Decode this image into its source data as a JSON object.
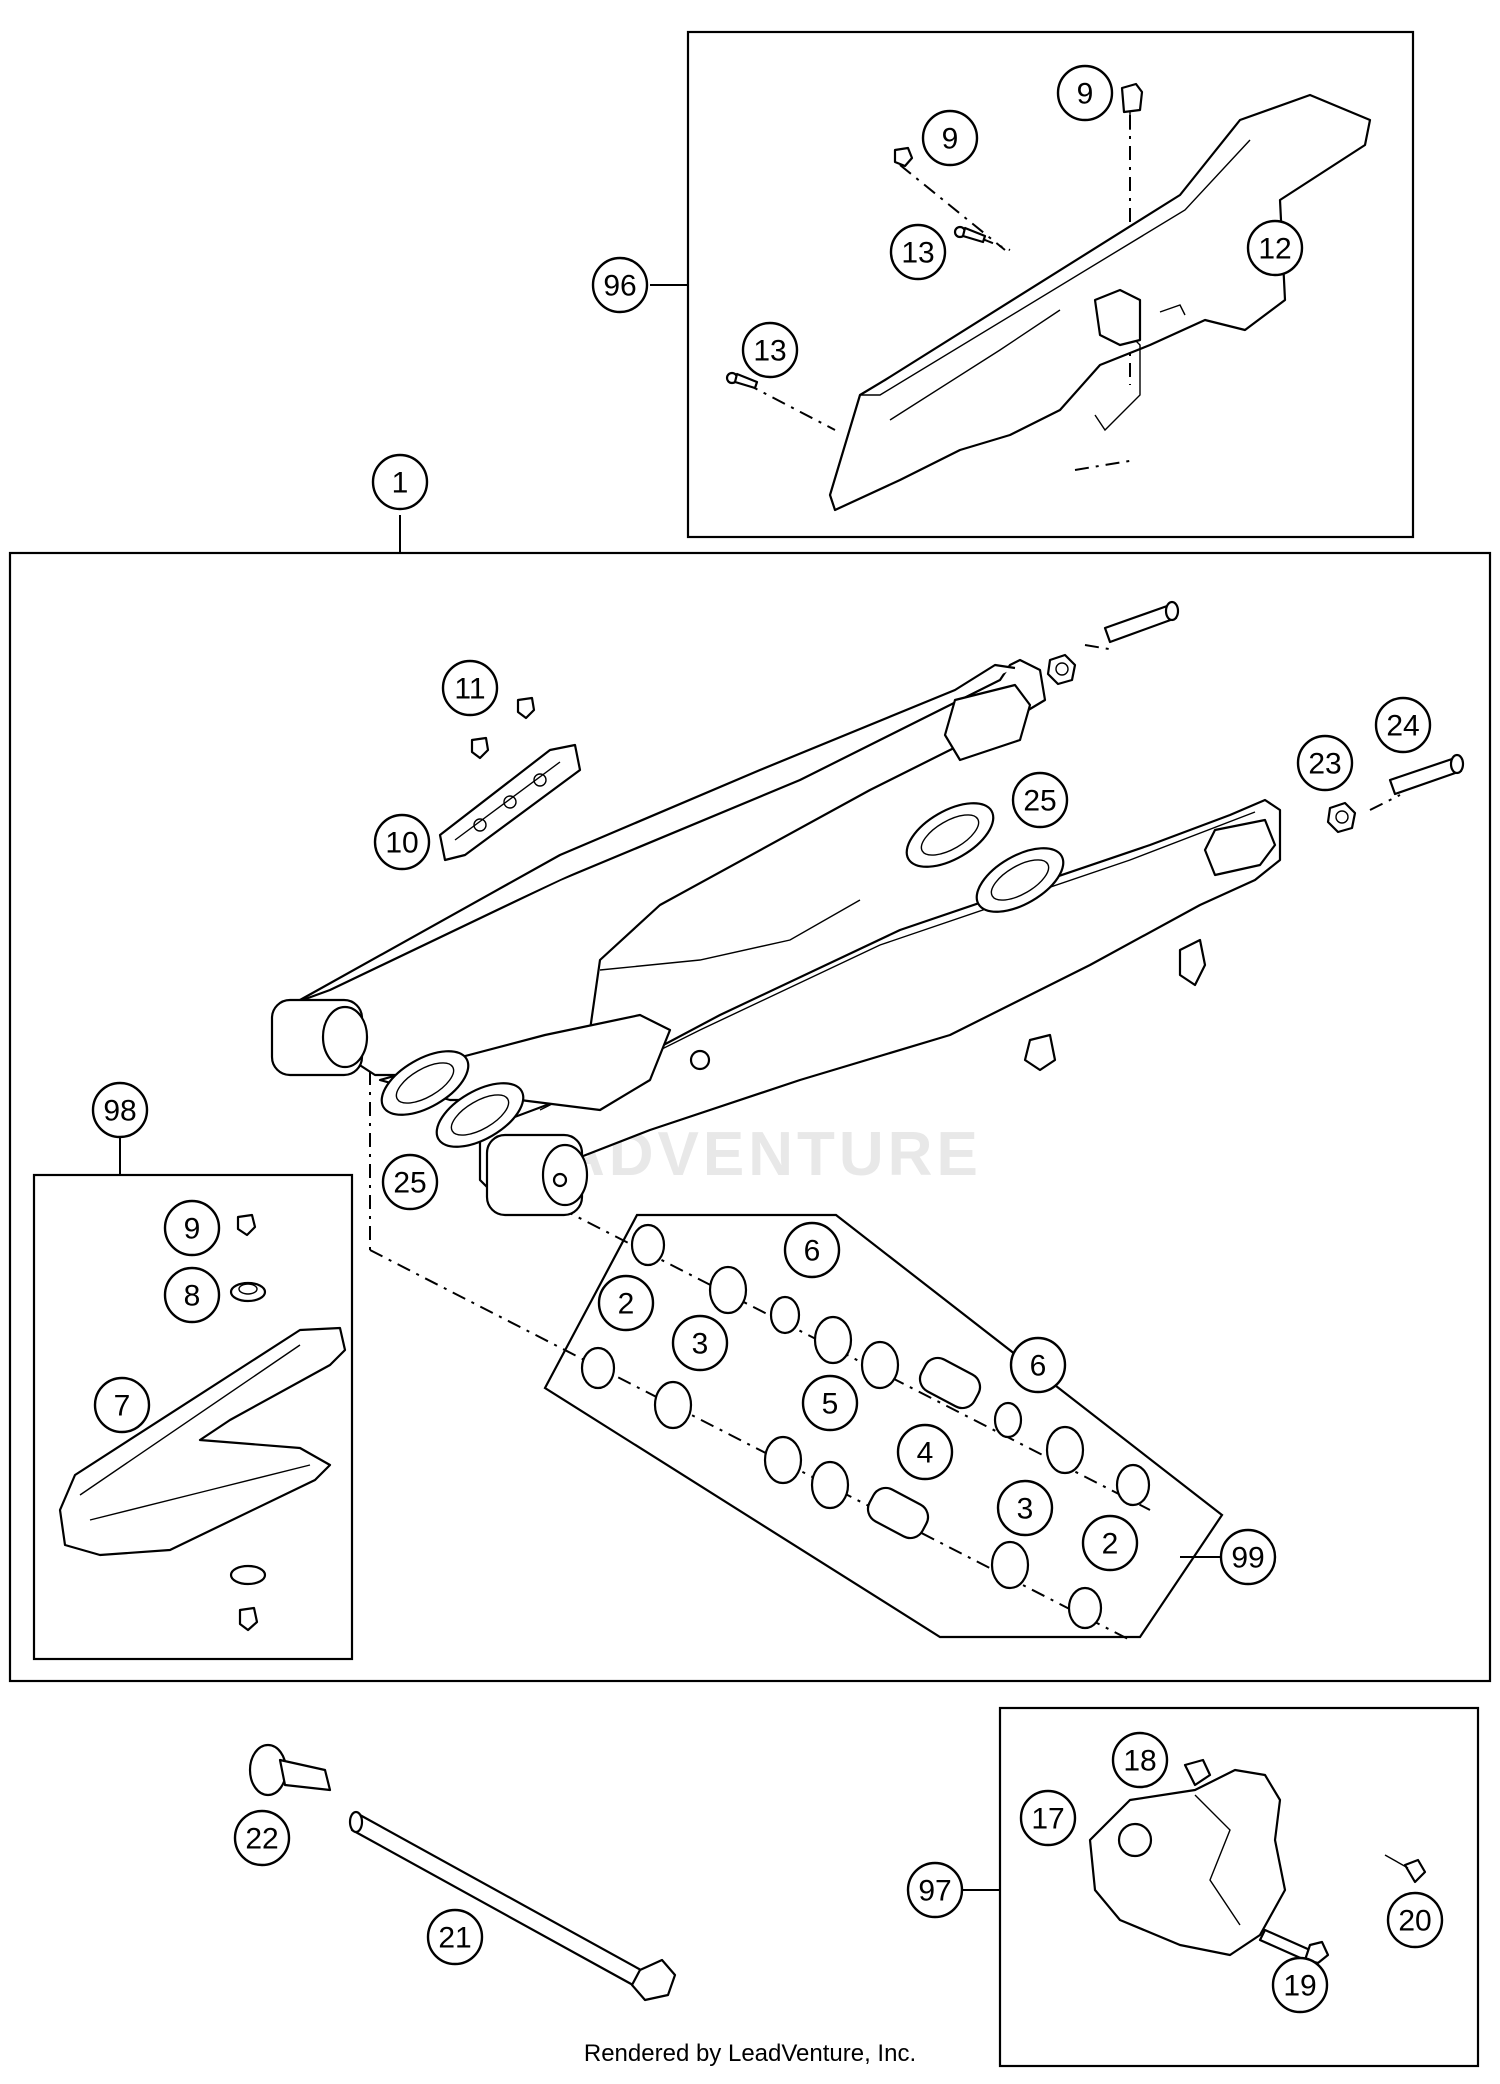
{
  "watermark": "ADVENTURE",
  "footer": "Rendered by LeadVenture, Inc.",
  "callouts": [
    {
      "id": "c96",
      "label": "96"
    },
    {
      "id": "c9a",
      "label": "9"
    },
    {
      "id": "c9b",
      "label": "9"
    },
    {
      "id": "c13a",
      "label": "13"
    },
    {
      "id": "c13b",
      "label": "13"
    },
    {
      "id": "c12",
      "label": "12"
    },
    {
      "id": "c1",
      "label": "1"
    },
    {
      "id": "c11",
      "label": "11"
    },
    {
      "id": "c10",
      "label": "10"
    },
    {
      "id": "c25a",
      "label": "25"
    },
    {
      "id": "c25b",
      "label": "25"
    },
    {
      "id": "c23",
      "label": "23"
    },
    {
      "id": "c24",
      "label": "24"
    },
    {
      "id": "c98",
      "label": "98"
    },
    {
      "id": "c9c",
      "label": "9"
    },
    {
      "id": "c8",
      "label": "8"
    },
    {
      "id": "c7",
      "label": "7"
    },
    {
      "id": "c6a",
      "label": "6"
    },
    {
      "id": "c2a",
      "label": "2"
    },
    {
      "id": "c3a",
      "label": "3"
    },
    {
      "id": "c5",
      "label": "5"
    },
    {
      "id": "c6b",
      "label": "6"
    },
    {
      "id": "c4",
      "label": "4"
    },
    {
      "id": "c3b",
      "label": "3"
    },
    {
      "id": "c2b",
      "label": "2"
    },
    {
      "id": "c99",
      "label": "99"
    },
    {
      "id": "c22",
      "label": "22"
    },
    {
      "id": "c21",
      "label": "21"
    },
    {
      "id": "c18",
      "label": "18"
    },
    {
      "id": "c17",
      "label": "17"
    },
    {
      "id": "c97",
      "label": "97"
    },
    {
      "id": "c20",
      "label": "20"
    },
    {
      "id": "c19",
      "label": "19"
    }
  ]
}
